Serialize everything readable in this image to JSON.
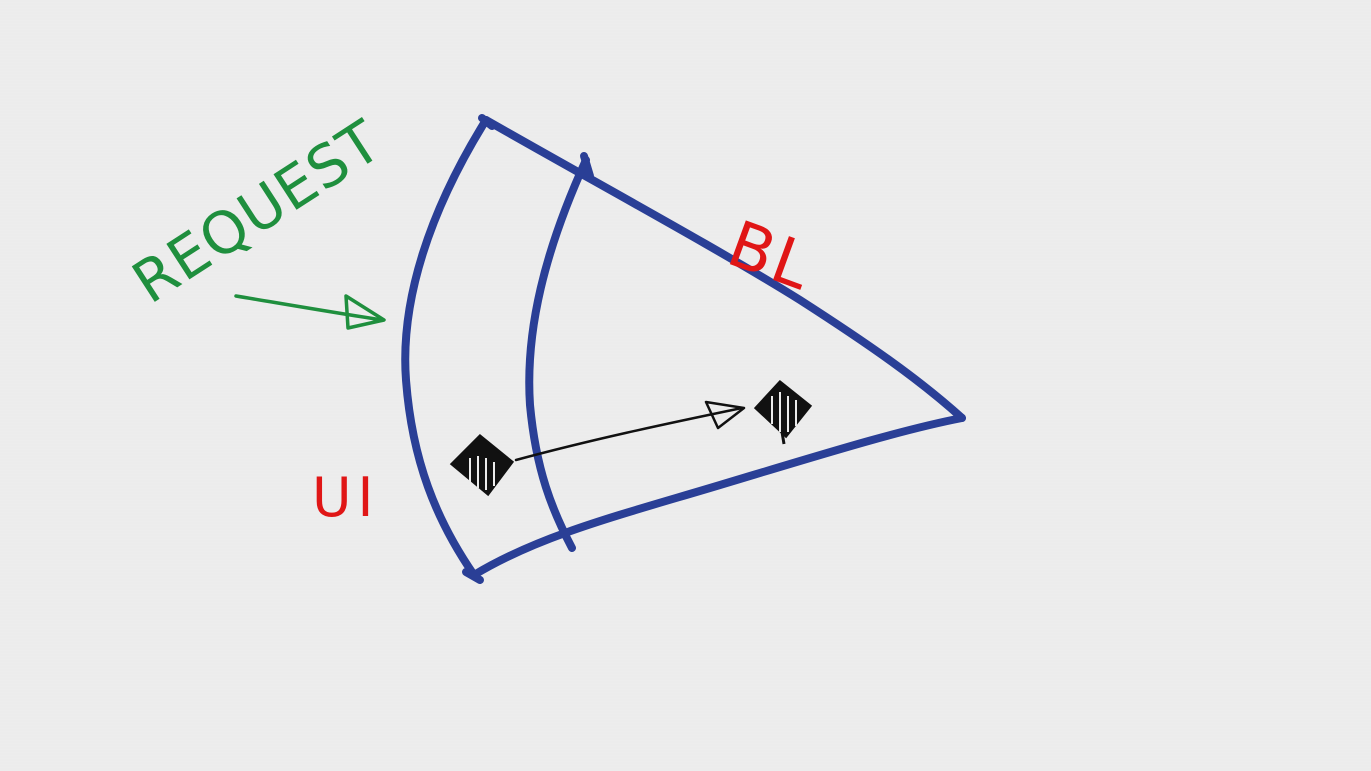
{
  "labels": {
    "request": "REQUEST",
    "ui": "UI",
    "bl": "BL"
  },
  "colors": {
    "background": "#ececec",
    "outline": "#2a3f96",
    "request": "#1f8f3e",
    "layer_labels": "#e01616",
    "arrow_internal": "#111111",
    "block": "#111111"
  },
  "icons": {
    "source_block": "filled-square-icon",
    "target_block": "filled-square-icon"
  }
}
